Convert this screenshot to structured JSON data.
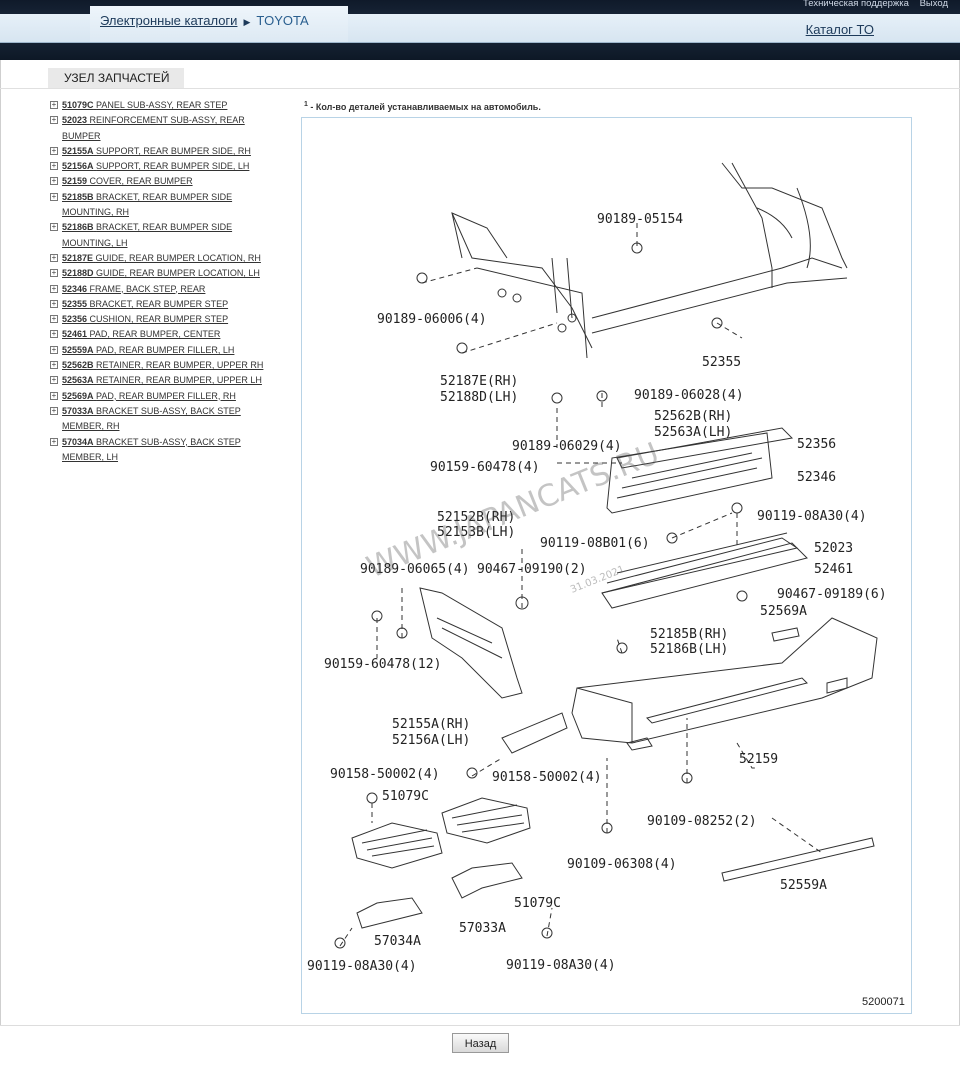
{
  "header": {
    "support_link": "Техническая поддержка",
    "logout_link": "Выход",
    "breadcrumb_root": "Электронные каталоги",
    "breadcrumb_current": "TOYOTA",
    "catalog_link": "Каталог ТО"
  },
  "node_title": "УЗЕЛ ЗАПЧАСТЕЙ",
  "note": "- Кол-во деталей устанавливаемых на автомобиль.",
  "note_sup": "1",
  "parts": [
    {
      "code": "51079C",
      "name": "PANEL SUB-ASSY, REAR STEP"
    },
    {
      "code": "52023",
      "name": "REINFORCEMENT SUB-ASSY, REAR BUMPER"
    },
    {
      "code": "52155A",
      "name": "SUPPORT, REAR BUMPER SIDE, RH"
    },
    {
      "code": "52156A",
      "name": "SUPPORT, REAR BUMPER SIDE, LH"
    },
    {
      "code": "52159",
      "name": "COVER, REAR BUMPER"
    },
    {
      "code": "52185B",
      "name": "BRACKET, REAR BUMPER SIDE MOUNTING, RH"
    },
    {
      "code": "52186B",
      "name": "BRACKET, REAR BUMPER SIDE MOUNTING, LH"
    },
    {
      "code": "52187E",
      "name": "GUIDE, REAR BUMPER LOCATION, RH"
    },
    {
      "code": "52188D",
      "name": "GUIDE, REAR BUMPER LOCATION, LH"
    },
    {
      "code": "52346",
      "name": "FRAME, BACK STEP, REAR"
    },
    {
      "code": "52355",
      "name": "BRACKET, REAR BUMPER STEP"
    },
    {
      "code": "52356",
      "name": "CUSHION, REAR BUMPER STEP"
    },
    {
      "code": "52461",
      "name": "PAD, REAR BUMPER, CENTER"
    },
    {
      "code": "52559A",
      "name": "PAD, REAR BUMPER FILLER, LH"
    },
    {
      "code": "52562B",
      "name": "RETAINER, REAR BUMPER, UPPER RH"
    },
    {
      "code": "52563A",
      "name": "RETAINER, REAR BUMPER, UPPER LH"
    },
    {
      "code": "52569A",
      "name": "PAD, REAR BUMPER FILLER, RH"
    },
    {
      "code": "57033A",
      "name": "BRACKET SUB-ASSY, BACK STEP MEMBER, RH"
    },
    {
      "code": "57034A",
      "name": "BRACKET SUB-ASSY, BACK STEP MEMBER, LH"
    }
  ],
  "diagram": {
    "watermark": "WWW.JAPANCATS.RU",
    "watermark_date": "31.03.2021",
    "figure_id": "5200071",
    "labels": [
      "90189-05154",
      "90189-06006(4)",
      "52355",
      "52187E(RH)",
      "52188D(LH)",
      "90189-06028(4)",
      "52562B(RH)",
      "52563A(LH)",
      "52356",
      "90189-06029(4)",
      "90159-60478(4)",
      "52346",
      "52152B(RH)",
      "52153B(LH)",
      "90119-08A30(4)",
      "90119-08B01(6)",
      "52023",
      "90189-06065(4)",
      "90467-09190(2)",
      "52461",
      "90467-09189(6)",
      "52569A",
      "90159-60478(12)",
      "52185B(RH)",
      "52186B(LH)",
      "52155A(RH)",
      "52156A(LH)",
      "52159",
      "90158-50002(4)",
      "90158-50002(4)",
      "51079C",
      "90109-08252(2)",
      "90109-06308(4)",
      "51079C",
      "52559A",
      "57034A",
      "57033A",
      "90119-08A30(4)",
      "90119-08A30(4)"
    ]
  },
  "back_button": "Назад"
}
